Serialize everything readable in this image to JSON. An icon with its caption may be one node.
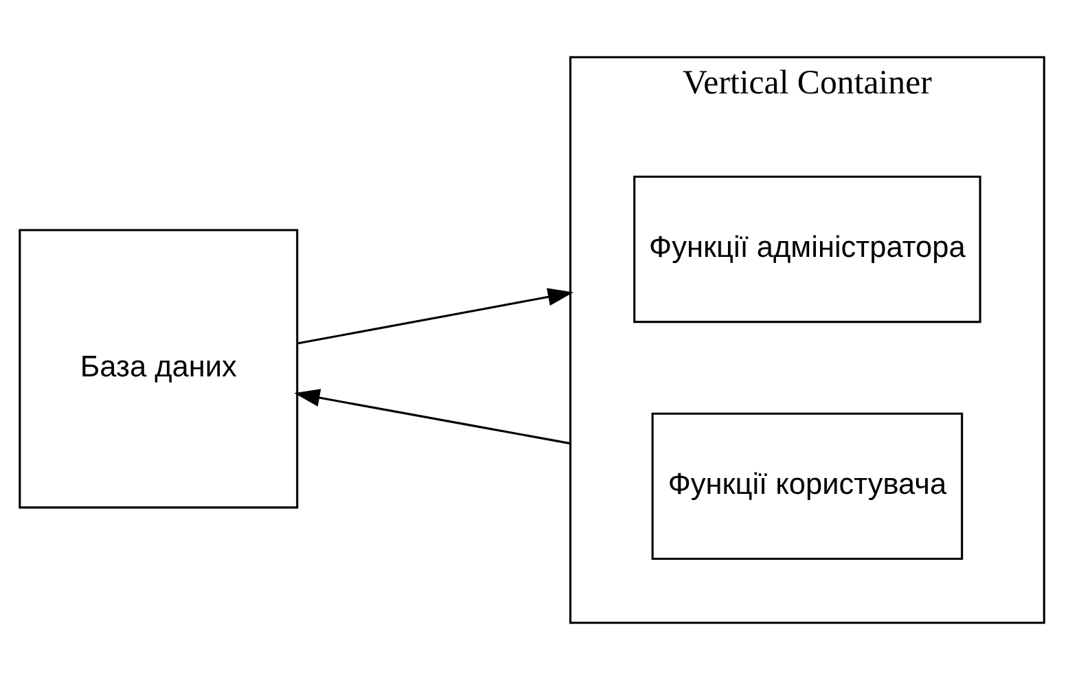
{
  "diagram": {
    "nodes": [
      {
        "text": [
          "База даних"
        ]
      },
      {
        "text": [
          "Vertical Container"
        ]
      },
      {
        "text": [
          "Функції адміністратора"
        ],
        "in": 1
      },
      {
        "text": [
          "Функції користувача"
        ],
        "in": 1
      }
    ],
    "edges": [
      {
        "from": 0,
        "to": 1,
        "arrow": "to"
      },
      {
        "from": 1,
        "to": 0,
        "arrow": "to"
      }
    ]
  }
}
